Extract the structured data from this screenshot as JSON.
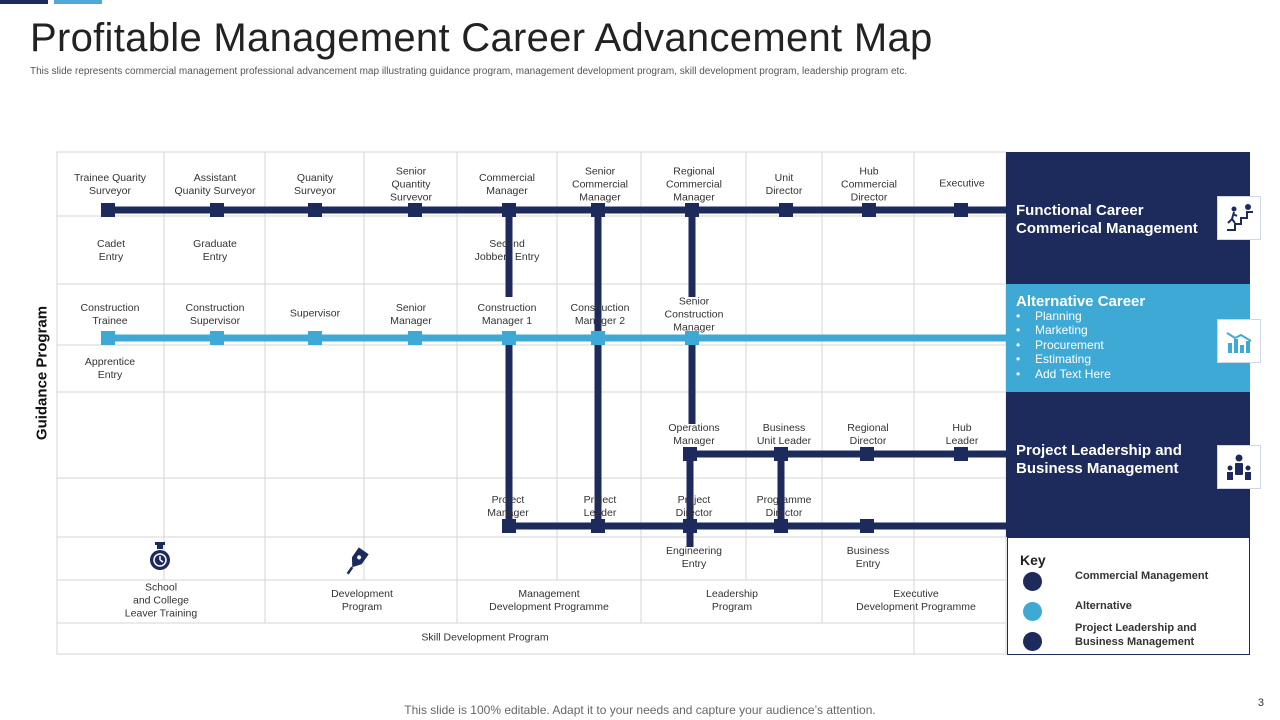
{
  "colors": {
    "navy": "#1d2a5c",
    "light_blue": "#3fa9d6",
    "accent": "#4fa8d8",
    "grid": "#d6d6d6"
  },
  "header": {
    "title": "Profitable Management Career Advancement Map",
    "subtitle": "This slide represents commercial management professional advancement map illustrating guidance program, management development program, skill development program, leadership program etc."
  },
  "y_axis_label": "Guidance Program",
  "labels": {
    "row1": [
      "Trainee Quarity\nSurveyor",
      "Assistant\nQuanity Surveyor",
      "Quanity\nSurveyor",
      "Senior\nQuantity\nSurvevor",
      "Commercial\nManager",
      "Senior\nCommercial\nManager",
      "Regional\nCommercial\nManager",
      "Unit\nDirector",
      "Hub\nCommercial\nDirector",
      "Executive"
    ],
    "entry1": [
      "Cadet\nEntry",
      "Graduate\nEntry",
      "Second\nJobbers Entry"
    ],
    "row2": [
      "Construction\nTrainee",
      "Construction\nSupervisor",
      "Supervisor",
      "Senior\nManager",
      "Construction\nManager 1",
      "Construction\nManager 2",
      "Senior\nConstruction\nManager"
    ],
    "entry2": [
      "Apprentice\nEntry"
    ],
    "row3": [
      "Operations\nManager",
      "Business\nUnit Leader",
      "Regional\nDirector",
      "Hub\nLeader"
    ],
    "row4": [
      "Project\nManager",
      "Project\nLeader",
      "Project\nDirector",
      "Programme\nDirector"
    ],
    "entry3": [
      "Engineering\nEntry",
      "Business\nEntry"
    ],
    "programs": [
      "School\nand College\nLeaver Training",
      "Development\nProgram",
      "Management\nDevelopment Programme",
      "Leadership\nProgram",
      "Executive\nDevelopment Programme"
    ],
    "skill": "Skill Development Program"
  },
  "panels": {
    "functional": {
      "title": "Functional Career\nCommerical Management",
      "icon": "climbing-stairs-icon"
    },
    "alternative": {
      "title": "Alternative Career",
      "icon": "bar-chart-icon",
      "bullets": [
        "Planning",
        "Marketing",
        "Procurement",
        "Estimating",
        "Add Text Here"
      ]
    },
    "project": {
      "title": "Project Leadership and\nBusiness Management",
      "icon": "team-icon"
    }
  },
  "program_icons": [
    "stopwatch-icon",
    "pen-nib-icon"
  ],
  "key": {
    "title": "Key",
    "items": [
      {
        "label": "Commercial Management",
        "color": "#1d2a5c"
      },
      {
        "label": "Alternative",
        "color": "#3fa9d6"
      },
      {
        "label": "Project Leadership and\nBusiness Management",
        "color": "#1d2a5c"
      }
    ]
  },
  "footer": "This slide is 100% editable. Adapt it to your needs and capture your audience’s attention.",
  "page_number": "3"
}
